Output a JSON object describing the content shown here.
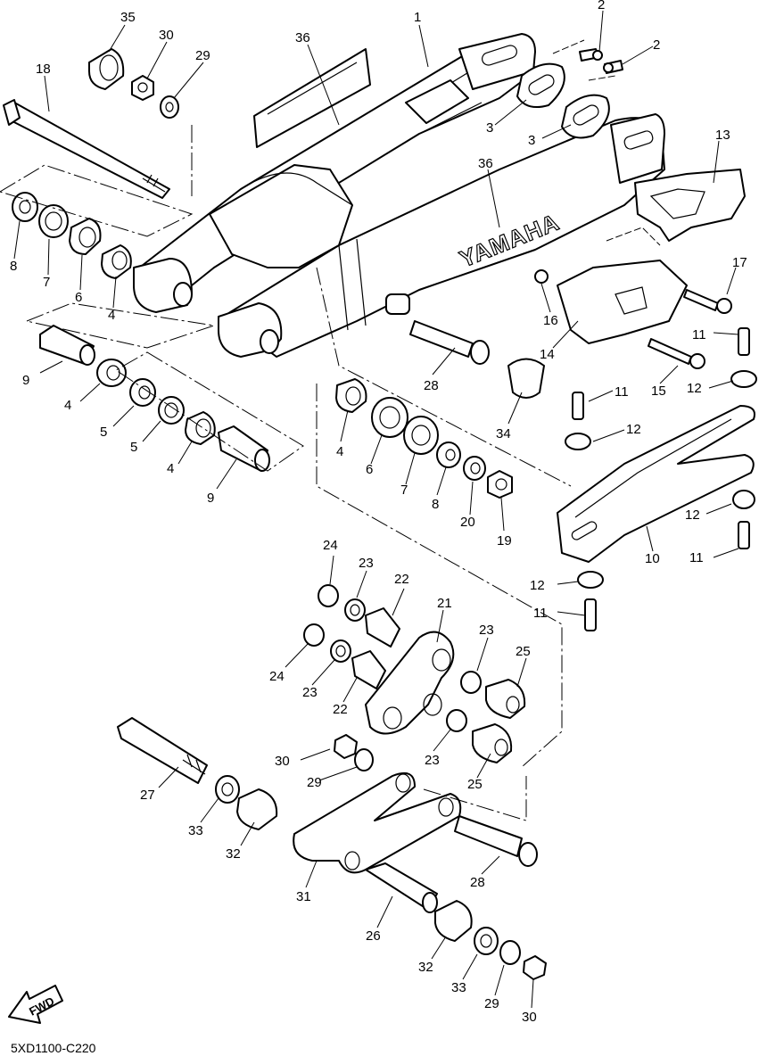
{
  "diagram": {
    "brand_text": "YAMAHA",
    "fwd_text": "FWD",
    "code": "5XD1100-C220",
    "labels": {
      "n35": "35",
      "n30a": "30",
      "n29a": "29",
      "n36a": "36",
      "n1": "1",
      "n2a": "2",
      "n2b": "2",
      "n3a": "3",
      "n3b": "3",
      "n18": "18",
      "n13": "13",
      "n36b": "36",
      "n8a": "8",
      "n7a": "7",
      "n6a": "6",
      "n4a": "4",
      "n17": "17",
      "n16": "16",
      "n14": "14",
      "n11a": "11",
      "n15": "15",
      "n12a": "12",
      "n9a": "9",
      "n28a": "28",
      "n34": "34",
      "n4b": "4",
      "n11b": "11",
      "n4c": "4",
      "n5a": "5",
      "n5b": "5",
      "n12b": "12",
      "n4d": "4",
      "n9b": "9",
      "n6b": "6",
      "n7b": "7",
      "n8b": "8",
      "n20": "20",
      "n19": "19",
      "n12c": "12",
      "n10": "10",
      "n11c": "11",
      "n24a": "24",
      "n23a": "23",
      "n22a": "22",
      "n12d": "12",
      "n11d": "11",
      "n21": "21",
      "n23b": "23",
      "n24b": "24",
      "n25a": "25",
      "n23c": "23",
      "n22b": "22",
      "n30b": "30",
      "n23d": "23",
      "n29b": "29",
      "n25b": "25",
      "n27": "27",
      "n33a": "33",
      "n32a": "32",
      "n28b": "28",
      "n31": "31",
      "n26": "26",
      "n32b": "32",
      "n33b": "33",
      "n29c": "29",
      "n30c": "30"
    }
  }
}
